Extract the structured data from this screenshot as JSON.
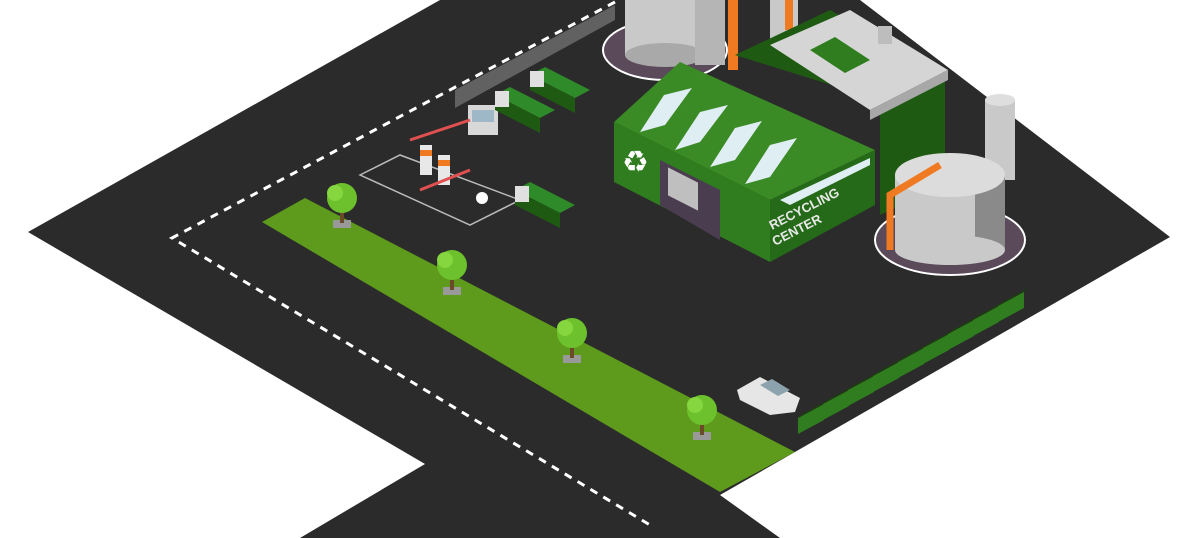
{
  "scene": {
    "title": "Isometric recycling center illustration",
    "sign": {
      "line1": "RECYCLING",
      "line2": "CENTER"
    },
    "icons": {
      "building_emblem": "recycle-icon"
    }
  },
  "colors": {
    "road": "#2b2b2b",
    "grass": "#5e9a1c",
    "building_green": "#2f7d1e",
    "building_dark_green": "#1f5a13",
    "tank": "#c9c9c9",
    "pipe": "#f07a22",
    "dash": "#ffffff"
  }
}
